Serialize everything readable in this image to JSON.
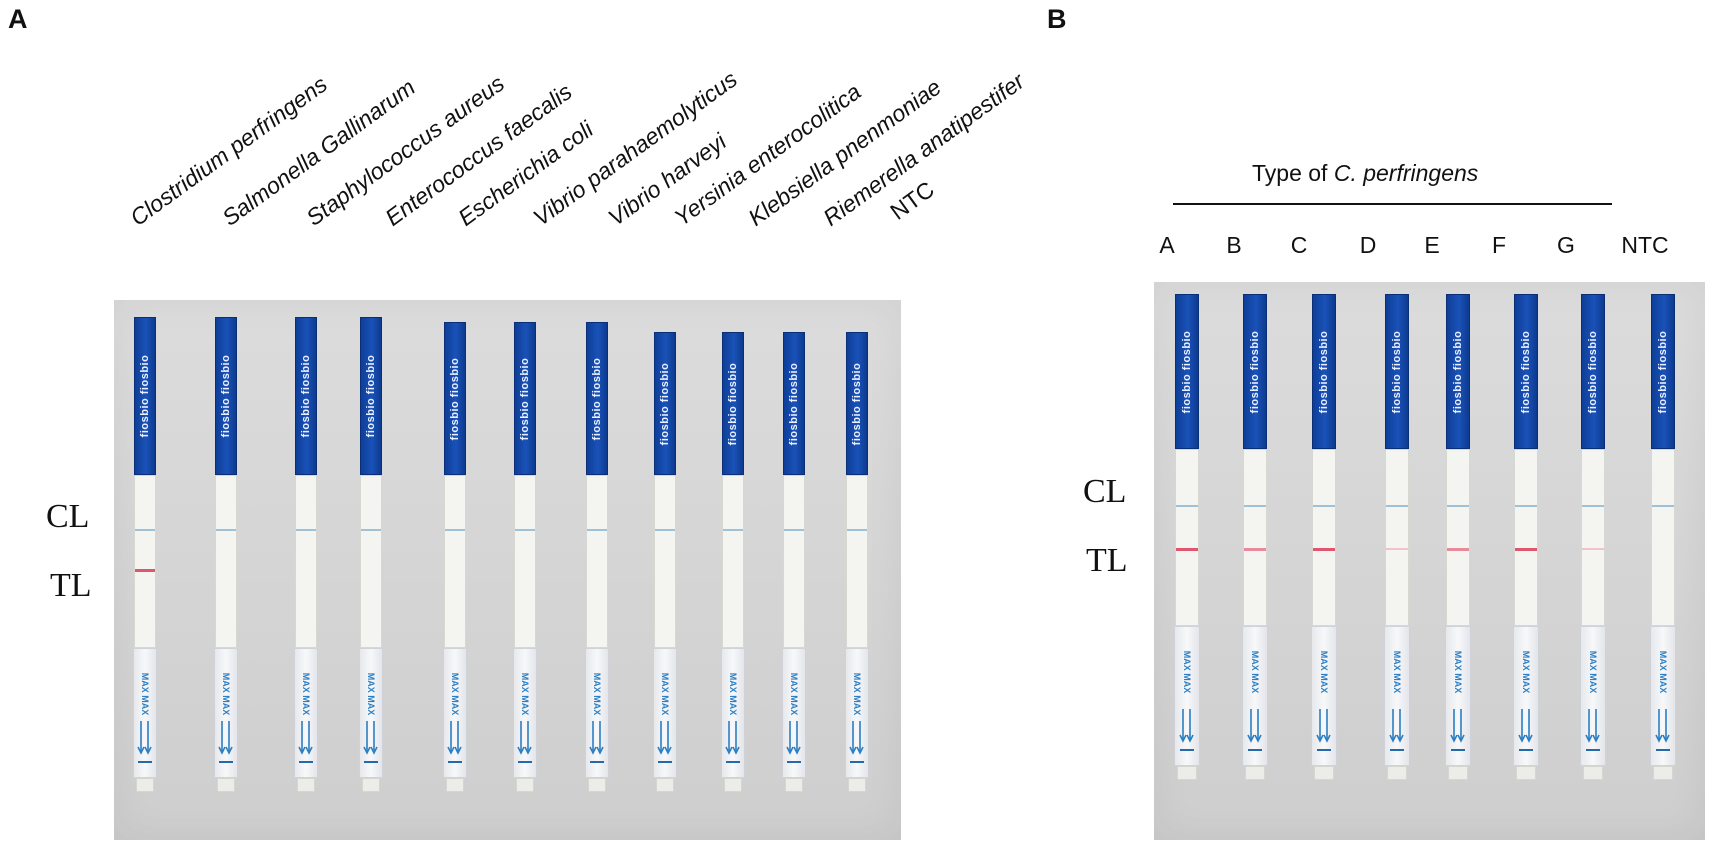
{
  "panelA": {
    "letter": "A",
    "species": [
      "Clostridium perfringens",
      "Salmonella Gallinarum",
      "Staphylococcus aureus",
      "Enterococcus faecalis",
      "Escherichia coli",
      "Vibrio parahaemolyticus",
      "Vibrio harveyi",
      "Yersinia enterocolitica",
      "Klebsiella pnenmoniae",
      "Riemerella anatipestifer",
      "NTC"
    ],
    "cl_label": "CL",
    "tl_label": "TL",
    "test_line_present": [
      true,
      false,
      false,
      false,
      false,
      false,
      false,
      false,
      false,
      false,
      false
    ]
  },
  "panelB": {
    "letter": "B",
    "title_prefix": "Type of ",
    "title_italic": "C. perfringens",
    "types": [
      "A",
      "B",
      "C",
      "D",
      "E",
      "F",
      "G",
      "NTC"
    ],
    "cl_label": "CL",
    "tl_label": "TL",
    "test_line_intensity": [
      "strong",
      "medium",
      "strong",
      "faint",
      "medium",
      "strong",
      "faint",
      "none"
    ]
  },
  "strip": {
    "brand_text": "fiosbio fiosbio",
    "pad_text": "MAX MAX"
  },
  "colors": {
    "cap_blue": "#1a52b8",
    "control_line": "#9ec1d8",
    "test_line": "#e0566f",
    "background_photo": "#d9d9d9"
  }
}
